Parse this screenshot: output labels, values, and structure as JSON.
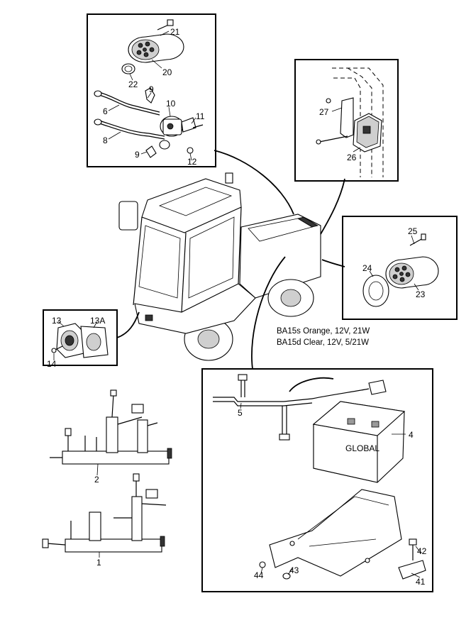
{
  "callouts": {
    "c1": "1",
    "c2": "2",
    "c4": "4",
    "c5": "5",
    "c6": "6",
    "c8": "8",
    "c9a": "9",
    "c9b": "9",
    "c10": "10",
    "c11": "11",
    "c12": "12",
    "c13": "13",
    "c13a": "13A",
    "c14": "14",
    "c20": "20",
    "c21": "21",
    "c22": "22",
    "c23": "23",
    "c24": "24",
    "c25": "25",
    "c26": "26",
    "c27": "27",
    "c41": "41",
    "c42": "42",
    "c43": "43",
    "c44": "44"
  },
  "notes": {
    "bulb_orange": "BA15s Orange, 12V, 21W",
    "bulb_clear": "BA15d Clear, 12V, 5/21W"
  },
  "battery_brand": "GLOBAL"
}
